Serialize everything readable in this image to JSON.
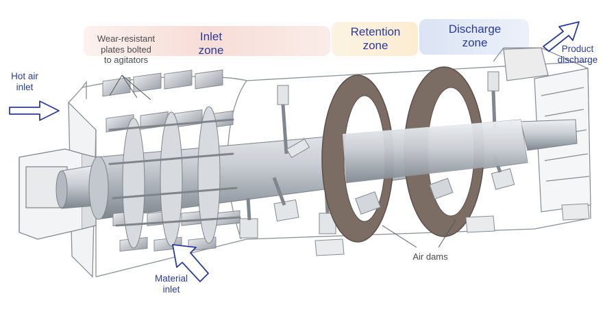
{
  "diagram": {
    "zones": [
      {
        "line1": "Inlet",
        "line2": "zone",
        "color": "#f6d9d2"
      },
      {
        "line1": "Retention",
        "line2": "zone",
        "color": "#fbebcf"
      },
      {
        "line1": "Discharge",
        "line2": "zone",
        "color": "#d9e2f4"
      }
    ],
    "labels": {
      "wear_plates": [
        "Wear-resistant",
        "plates bolted",
        "to agitators"
      ],
      "hot_air": [
        "Hot air",
        "inlet"
      ],
      "product_discharge": [
        "Product",
        "discharge"
      ],
      "material_inlet": [
        "Material",
        "inlet"
      ],
      "air_dams": "Air dams"
    },
    "colors": {
      "label_blue": "#2a3a9a",
      "callout_gray": "#4a4a4a",
      "metal": "#c9ccd0",
      "metal_dark": "#8f949a",
      "dam_brown": "#7b6d64"
    }
  }
}
